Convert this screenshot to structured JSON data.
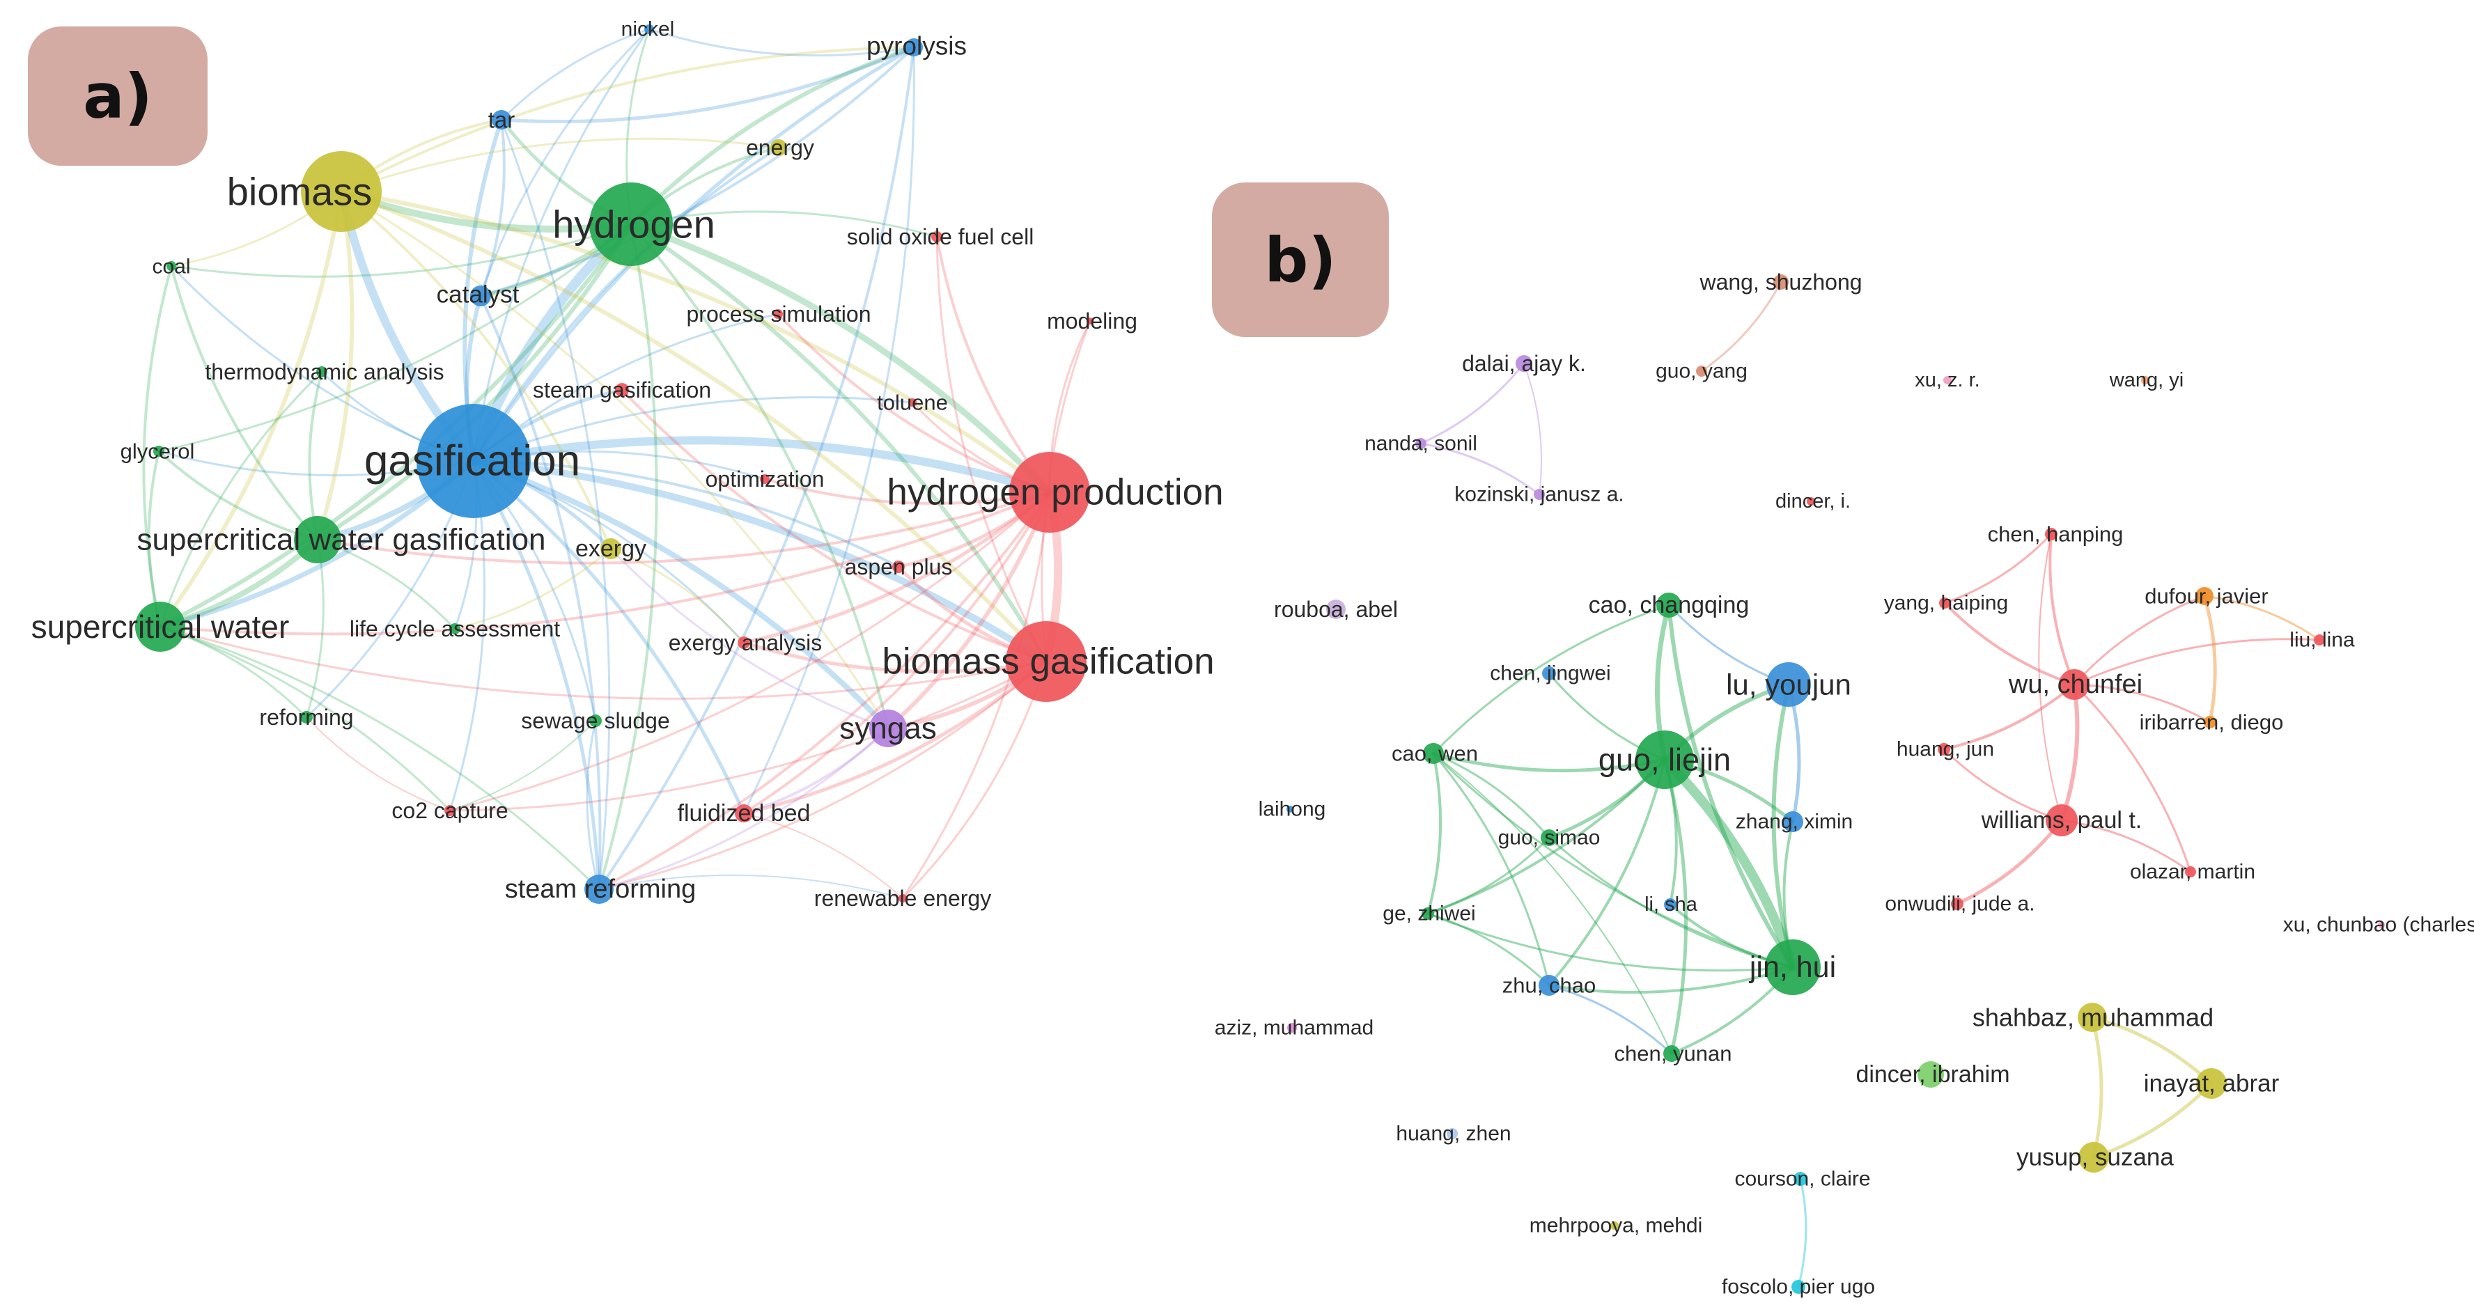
{
  "panels": [
    {
      "label": "a)",
      "nodes": [
        {
          "id": "nickel",
          "label": "nickel",
          "color": "#3a8fd9",
          "size": 7,
          "fs": 30
        },
        {
          "id": "pyrolysis",
          "label": "pyrolysis",
          "color": "#3a8fd9",
          "size": 13,
          "fs": 37
        },
        {
          "id": "tar",
          "label": "tar",
          "color": "#3a8fd9",
          "size": 14,
          "fs": 33
        },
        {
          "id": "energy",
          "label": "energy",
          "color": "#c9c23a",
          "size": 12,
          "fs": 32
        },
        {
          "id": "biomass",
          "label": "biomass",
          "color": "#c9c23a",
          "size": 58,
          "fs": 56
        },
        {
          "id": "hydrogen",
          "label": "hydrogen",
          "color": "#23a84f",
          "size": 60,
          "fs": 56
        },
        {
          "id": "sofc",
          "label": "solid oxide fuel cell",
          "color": "#f0555a",
          "size": 8,
          "fs": 32
        },
        {
          "id": "coal",
          "label": "coal",
          "color": "#23a84f",
          "size": 7,
          "fs": 30
        },
        {
          "id": "catalyst",
          "label": "catalyst",
          "color": "#3a8fd9",
          "size": 15,
          "fs": 35
        },
        {
          "id": "procsim",
          "label": "process simulation",
          "color": "#f0555a",
          "size": 7,
          "fs": 32
        },
        {
          "id": "modeling",
          "label": "modeling",
          "color": "#f0555a",
          "size": 5,
          "fs": 32
        },
        {
          "id": "thermo",
          "label": "thermodynamic analysis",
          "color": "#23a84f",
          "size": 8,
          "fs": 32
        },
        {
          "id": "steamgas",
          "label": "steam gasification",
          "color": "#f0555a",
          "size": 10,
          "fs": 32
        },
        {
          "id": "toluene",
          "label": "toluene",
          "color": "#f0555a",
          "size": 6,
          "fs": 31
        },
        {
          "id": "glycerol",
          "label": "glycerol",
          "color": "#23a84f",
          "size": 8,
          "fs": 31
        },
        {
          "id": "gasification",
          "label": "gasification",
          "color": "#2b8fd8",
          "size": 82,
          "fs": 62
        },
        {
          "id": "optimization",
          "label": "optimization",
          "color": "#f0555a",
          "size": 7,
          "fs": 32
        },
        {
          "id": "h2prod",
          "label": "hydrogen production",
          "color": "#f0555a",
          "size": 58,
          "fs": 53
        },
        {
          "id": "scwg",
          "label": "supercritical water gasification",
          "color": "#23a84f",
          "size": 34,
          "fs": 44
        },
        {
          "id": "exergy",
          "label": "exergy",
          "color": "#c9c23a",
          "size": 15,
          "fs": 34
        },
        {
          "id": "aspen",
          "label": "aspen plus",
          "color": "#f0555a",
          "size": 9,
          "fs": 32
        },
        {
          "id": "scw",
          "label": "supercritical water",
          "color": "#23a84f",
          "size": 36,
          "fs": 46
        },
        {
          "id": "lca",
          "label": "life cycle assessment",
          "color": "#23a84f",
          "size": 8,
          "fs": 32
        },
        {
          "id": "exan",
          "label": "exergy analysis",
          "color": "#f0555a",
          "size": 9,
          "fs": 32
        },
        {
          "id": "bgas",
          "label": "biomass gasification",
          "color": "#f0555a",
          "size": 58,
          "fs": 53
        },
        {
          "id": "reforming",
          "label": "reforming",
          "color": "#23a84f",
          "size": 9,
          "fs": 32
        },
        {
          "id": "sewage",
          "label": "sewage sludge",
          "color": "#23a84f",
          "size": 9,
          "fs": 32
        },
        {
          "id": "syngas",
          "label": "syngas",
          "color": "#b380e0",
          "size": 27,
          "fs": 44
        },
        {
          "id": "co2",
          "label": "co2 capture",
          "color": "#f0555a",
          "size": 8,
          "fs": 32
        },
        {
          "id": "fbed",
          "label": "fluidized bed",
          "color": "#f0555a",
          "size": 13,
          "fs": 34
        },
        {
          "id": "steamref",
          "label": "steam reforming",
          "color": "#3a8fd9",
          "size": 21,
          "fs": 38
        },
        {
          "id": "renew",
          "label": "renewable energy",
          "color": "#f0555a",
          "size": 6,
          "fs": 32
        }
      ]
    },
    {
      "label": "b)",
      "nodes": [
        {
          "id": "wangs",
          "label": "wang, shuzhong",
          "color": "#d98c70",
          "size": 11,
          "fs": 32
        },
        {
          "id": "guoy",
          "label": "guo, yang",
          "color": "#d98c70",
          "size": 8,
          "fs": 30
        },
        {
          "id": "dalai",
          "label": "dalai, ajay k.",
          "color": "#b98be0",
          "size": 12,
          "fs": 32
        },
        {
          "id": "xuzr",
          "label": "xu, z. r.",
          "color": "#f0a0bf",
          "size": 6,
          "fs": 29
        },
        {
          "id": "wangyi",
          "label": "wang, yi",
          "color": "#f2a06a",
          "size": 6,
          "fs": 29
        },
        {
          "id": "nanda",
          "label": "nanda, sonil",
          "color": "#b98be0",
          "size": 8,
          "fs": 30
        },
        {
          "id": "koz",
          "label": "kozinski, janusz a.",
          "color": "#b98be0",
          "size": 8,
          "fs": 30
        },
        {
          "id": "dinceri",
          "label": "dincer, i.",
          "color": "#f0555a",
          "size": 6,
          "fs": 29
        },
        {
          "id": "chenh",
          "label": "chen, hanping",
          "color": "#f0555a",
          "size": 9,
          "fs": 31
        },
        {
          "id": "caoc",
          "label": "cao, changqing",
          "color": "#23a84f",
          "size": 18,
          "fs": 34
        },
        {
          "id": "yangh",
          "label": "yang, haiping",
          "color": "#f0555a",
          "size": 8,
          "fs": 30
        },
        {
          "id": "dufour",
          "label": "dufour, javier",
          "color": "#f08c28",
          "size": 13,
          "fs": 31
        },
        {
          "id": "rouboa",
          "label": "rouboa, abel",
          "color": "#c8b0dc",
          "size": 14,
          "fs": 32
        },
        {
          "id": "liul",
          "label": "liu, lina",
          "color": "#f0555a",
          "size": 8,
          "fs": 30
        },
        {
          "id": "chenj",
          "label": "chen, jingwei",
          "color": "#3a8fd9",
          "size": 10,
          "fs": 30
        },
        {
          "id": "luy",
          "label": "lu, youjun",
          "color": "#3a8fd9",
          "size": 32,
          "fs": 42
        },
        {
          "id": "wuc",
          "label": "wu, chunfei",
          "color": "#f0555a",
          "size": 22,
          "fs": 38
        },
        {
          "id": "iribarren",
          "label": "iribarren, diego",
          "color": "#f08c28",
          "size": 9,
          "fs": 31
        },
        {
          "id": "huangj",
          "label": "huang, jun",
          "color": "#f0555a",
          "size": 9,
          "fs": 30
        },
        {
          "id": "caow",
          "label": "cao, wen",
          "color": "#23a84f",
          "size": 15,
          "fs": 31
        },
        {
          "id": "guol",
          "label": "guo, liejin",
          "color": "#23a84f",
          "size": 42,
          "fs": 45
        },
        {
          "id": "laihong",
          "label": "laihong",
          "color": "#3a8fd9",
          "size": 5,
          "fs": 30
        },
        {
          "id": "zhangx",
          "label": "zhang, ximin",
          "color": "#3a8fd9",
          "size": 15,
          "fs": 30
        },
        {
          "id": "williams",
          "label": "williams, paul t.",
          "color": "#f0555a",
          "size": 23,
          "fs": 34
        },
        {
          "id": "guos",
          "label": "guo, simao",
          "color": "#23a84f",
          "size": 12,
          "fs": 30
        },
        {
          "id": "olazar",
          "label": "olazar, martin",
          "color": "#f0555a",
          "size": 8,
          "fs": 30
        },
        {
          "id": "gez",
          "label": "ge, zhiwei",
          "color": "#23a84f",
          "size": 9,
          "fs": 30
        },
        {
          "id": "lis",
          "label": "li, sha",
          "color": "#3a8fd9",
          "size": 9,
          "fs": 29
        },
        {
          "id": "onwudili",
          "label": "onwudili, jude a.",
          "color": "#f0555a",
          "size": 9,
          "fs": 30
        },
        {
          "id": "xucb",
          "label": "xu, chunbao (charles)",
          "color": "#f0a0bf",
          "size": 5,
          "fs": 30
        },
        {
          "id": "jinh",
          "label": "jin, hui",
          "color": "#23a84f",
          "size": 40,
          "fs": 43
        },
        {
          "id": "shahbaz",
          "label": "shahbaz, muhammad",
          "color": "#c9c23a",
          "size": 21,
          "fs": 36
        },
        {
          "id": "zhuc",
          "label": "zhu, chao",
          "color": "#3a8fd9",
          "size": 15,
          "fs": 31
        },
        {
          "id": "aziz",
          "label": "aziz, muhammad",
          "color": "#e08ad8",
          "size": 7,
          "fs": 30
        },
        {
          "id": "cheny",
          "label": "chen, yunan",
          "color": "#23a84f",
          "size": 12,
          "fs": 31
        },
        {
          "id": "dinceribr",
          "label": "dincer, ibrahim",
          "color": "#7ccf6a",
          "size": 19,
          "fs": 34
        },
        {
          "id": "inayat",
          "label": "inayat, abrar",
          "color": "#c9c23a",
          "size": 22,
          "fs": 35
        },
        {
          "id": "yusup",
          "label": "yusup, suzana",
          "color": "#c9c23a",
          "size": 22,
          "fs": 35
        },
        {
          "id": "huangz",
          "label": "huang, zhen",
          "color": "#a8c8e8",
          "size": 8,
          "fs": 30
        },
        {
          "id": "courson",
          "label": "courson, claire",
          "color": "#22c8dc",
          "size": 10,
          "fs": 30
        },
        {
          "id": "mehrpooya",
          "label": "mehrpooya, mehdi",
          "color": "#c9c23a",
          "size": 6,
          "fs": 30
        },
        {
          "id": "foscolo",
          "label": "foscolo, pier ugo",
          "color": "#22c8dc",
          "size": 10,
          "fs": 30
        }
      ]
    }
  ]
}
